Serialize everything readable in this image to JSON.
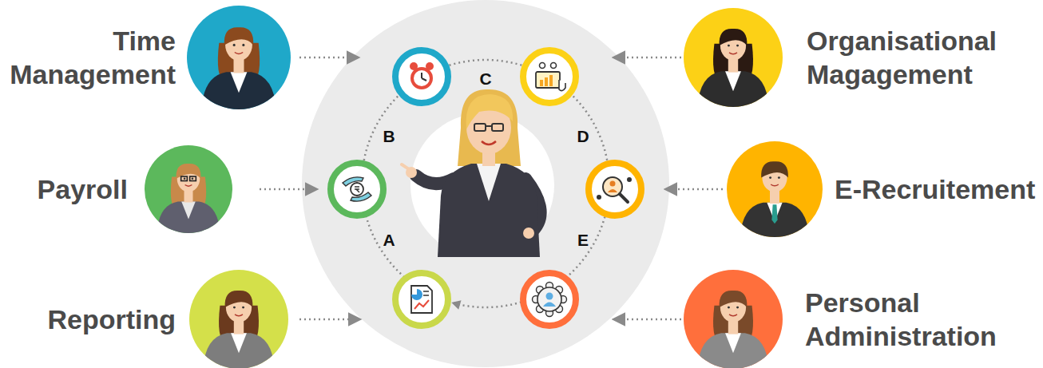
{
  "diagram": {
    "nodes": [
      {
        "text": [
          "Time Management"
        ]
      },
      {
        "text": [
          "Organisational Magagement"
        ]
      },
      {
        "text": [
          "Payroll"
        ]
      },
      {
        "text": [
          "E-Recruitement"
        ]
      },
      {
        "text": [
          "Reporting"
        ]
      },
      {
        "text": [
          "Personal Administration"
        ]
      }
    ],
    "labels": [
      "C",
      "B",
      "D",
      "A",
      "E"
    ]
  }
}
